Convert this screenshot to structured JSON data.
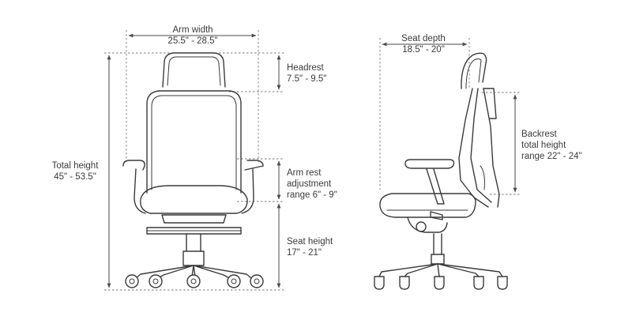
{
  "labels": {
    "arm_width": {
      "title": "Arm width",
      "value": "25.5\" - 28.5\""
    },
    "headrest": {
      "title": "Headrest",
      "value": "7.5\" - 9.5\""
    },
    "total_height": {
      "title": "Total height",
      "value": "45\" - 53.5\""
    },
    "arm_rest": {
      "line1": "Arm rest",
      "line2": "adjustment",
      "line3": "range 6\" - 9\""
    },
    "seat_height": {
      "title": "Seat height",
      "value": "17\" - 21\""
    },
    "seat_depth": {
      "title": "Seat depth",
      "value": "18.5\" - 20\""
    },
    "backrest": {
      "line1": "Backrest",
      "line2": "total height",
      "line3": "range 22\" - 24\""
    }
  },
  "colors": {
    "ink": "#3a3a3a",
    "dimension_line": "#7a7a7a",
    "text": "#3b3b3b",
    "background": "#ffffff"
  }
}
